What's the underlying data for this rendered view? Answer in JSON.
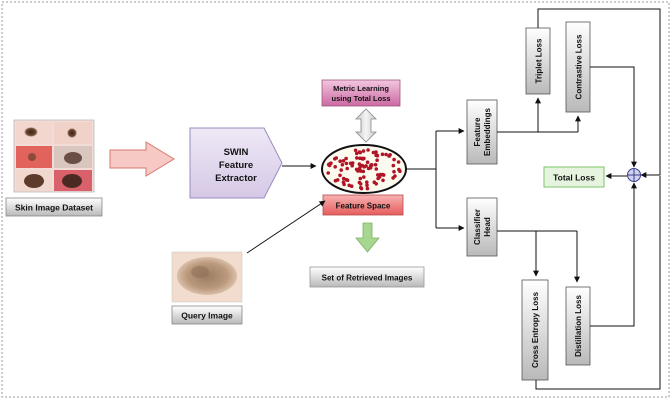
{
  "nodes": {
    "dataset_label": "Skin Image Dataset",
    "swin": [
      "SWIN",
      "Feature",
      "Extractor"
    ],
    "metric_learning": [
      "Metric Learning",
      "using Total Loss"
    ],
    "feature_space": "Feature Space",
    "retrieved": "Set of Retrieved Images",
    "query_label": "Query Image",
    "feature_embeddings": [
      "Feature",
      "Embeddings"
    ],
    "classifier_head": [
      "Classifier",
      "Head"
    ],
    "triplet_loss": "Triplet Loss",
    "contrastive_loss": "Contrastive Loss",
    "total_loss": "Total Loss",
    "cross_entropy_loss": "Cross Entropy Loss",
    "distillation_loss": "Distillation Loss"
  },
  "colors": {
    "swin_fill": "#e4dcef",
    "metric_fill": "#d77fb0",
    "feature_space_fill": "#ef7f7f",
    "total_loss_fill": "#e6f4df",
    "total_loss_border": "#7cc46a",
    "down_arrow": "#a6d68f",
    "input_arrow_fill": "#f7c9c4",
    "input_arrow_stroke": "#d9776f",
    "dot_color": "#b01525"
  },
  "icons": {
    "summation": "circle-plus-icon"
  }
}
